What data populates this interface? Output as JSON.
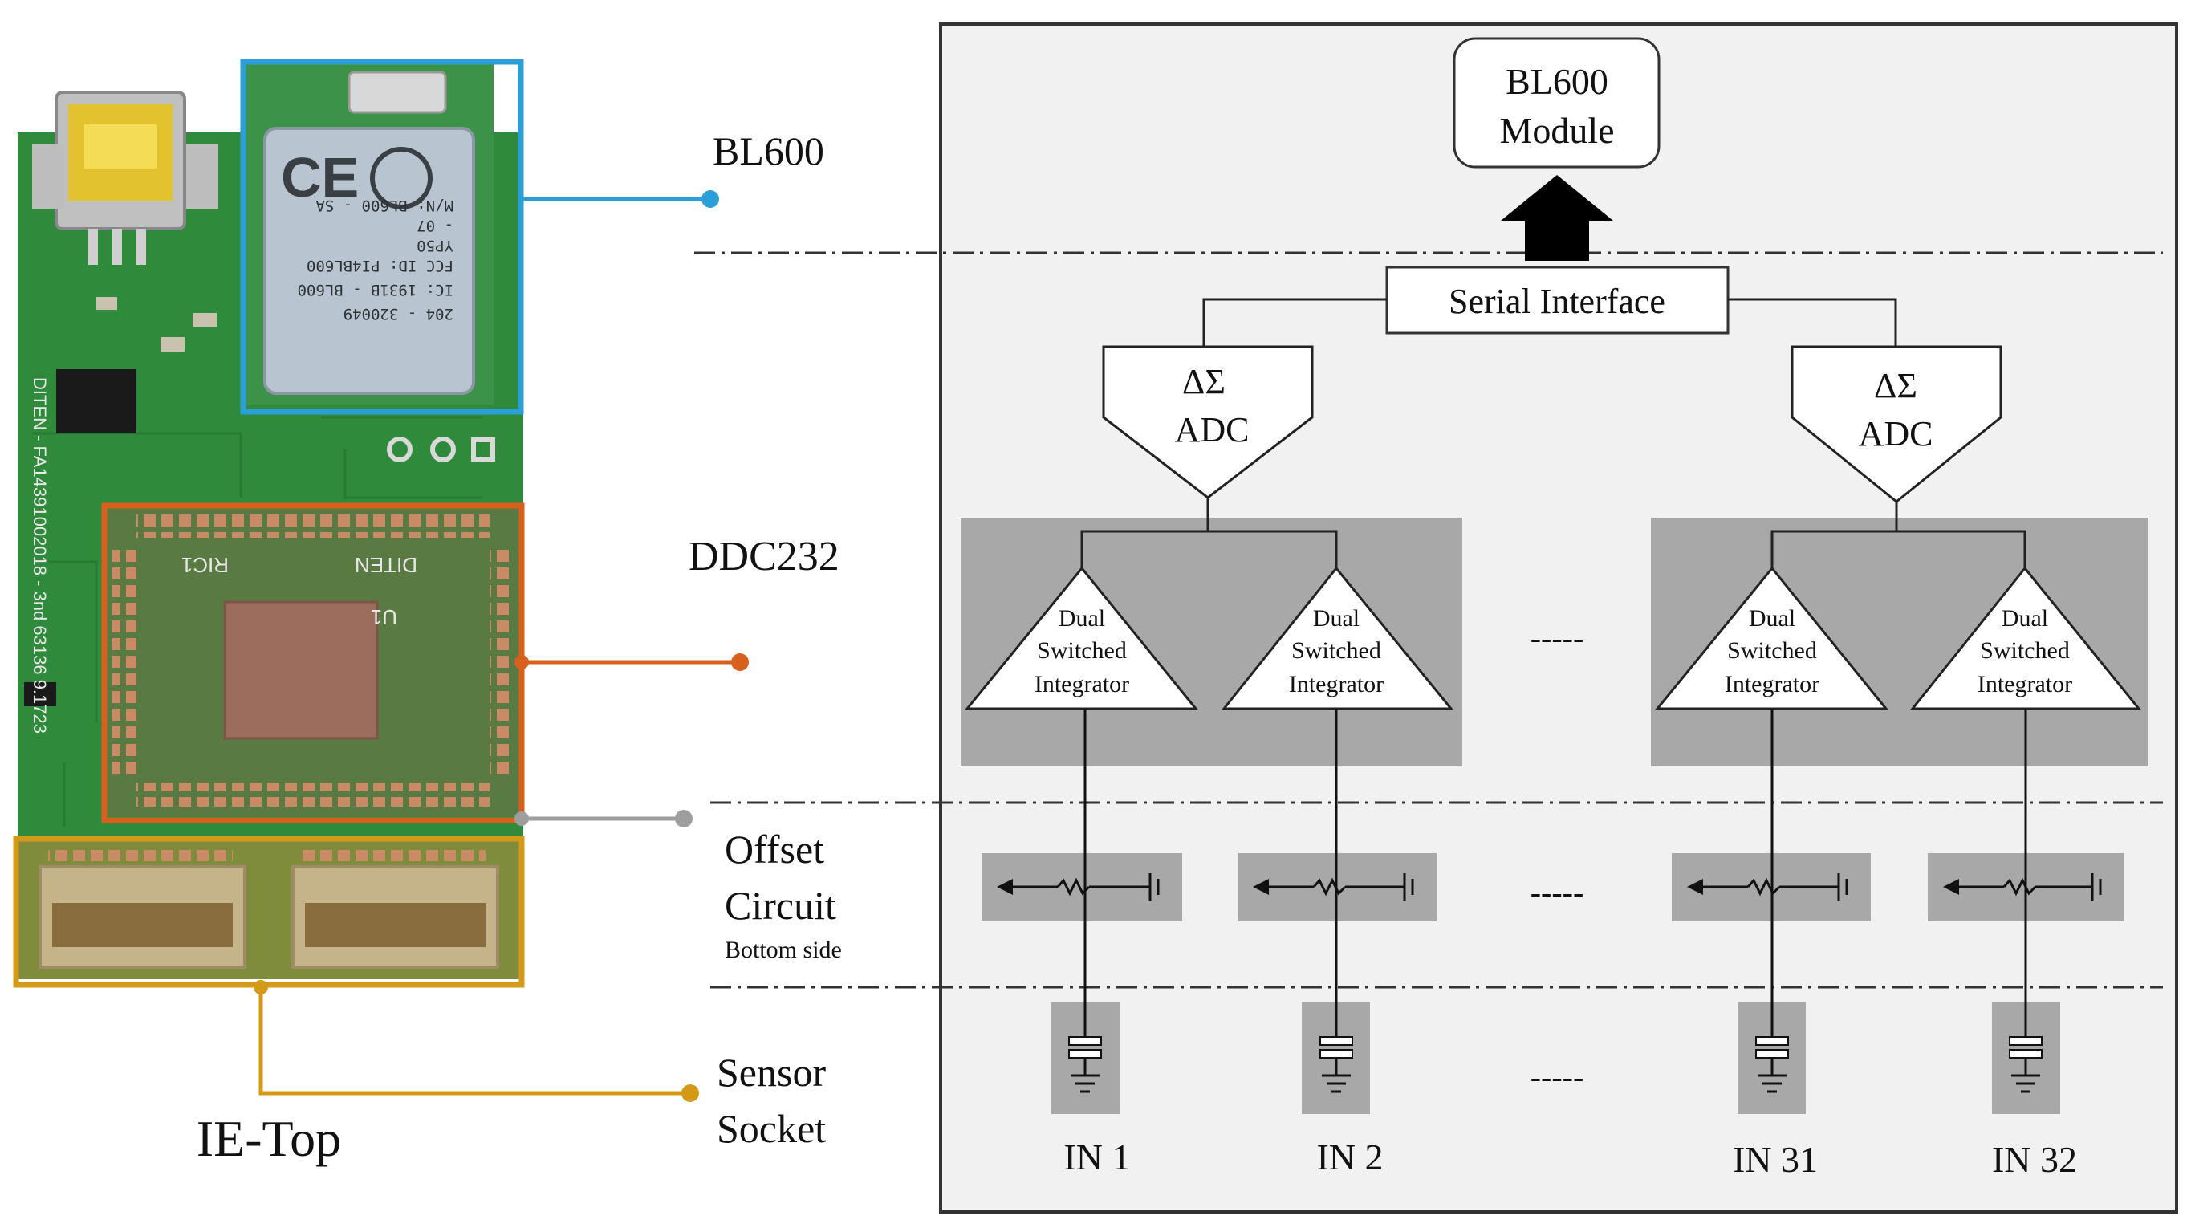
{
  "photo": {
    "caption": "IE-Top",
    "colors": {
      "pcb": "#2f8a3c",
      "bl600_box": "#2a9fd8",
      "ddc_box": "#d9601c",
      "offset_dot": "#9e9e9e",
      "socket_box": "#d49a17"
    },
    "module_text": {
      "line1": "M/N: BL600 - SA",
      "line2": "- 07",
      "line3": "FCC ID: PI4BL600",
      "line4": "YP50",
      "line5": "IC: 1931B - BL600",
      "line6": "204 - 320049"
    },
    "chip_text": {
      "left": "RIC1",
      "right": "DITEN",
      "u1": "U1"
    },
    "board_text": {
      "vertical": "DITEN - FA14391002018 - 3nd 63136 9.1723"
    }
  },
  "callouts": {
    "bl600": "BL600",
    "ddc232": "DDC232",
    "offset_line1": "Offset",
    "offset_line2": "Circuit",
    "offset_sub": "Bottom side",
    "sensor_line1": "Sensor",
    "sensor_line2": "Socket"
  },
  "block": {
    "module_line1": "BL600",
    "module_line2": "Module",
    "serial_interface": "Serial Interface",
    "adc_symbol": "ΔΣ",
    "adc_label": "ADC",
    "integrator_line1": "Dual",
    "integrator_line2": "Switched",
    "integrator_line3": "Integrator",
    "ellipsis": "-----",
    "inputs": [
      "IN 1",
      "IN 2",
      "IN 31",
      "IN 32"
    ]
  }
}
